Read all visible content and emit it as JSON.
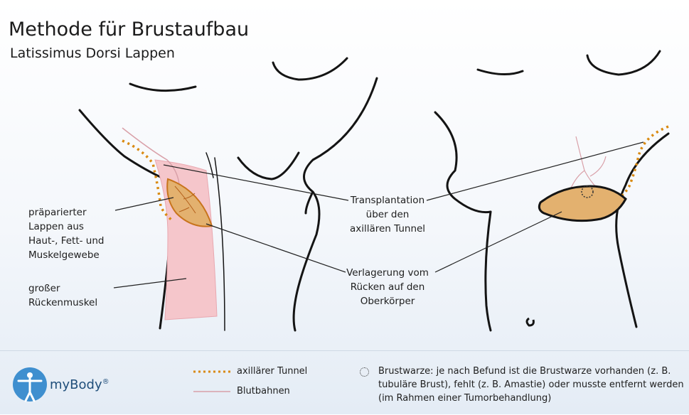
{
  "title": "Methode für Brustaufbau",
  "subtitle": "Latissimus Dorsi Lappen",
  "labels": {
    "flap": [
      "präparierter",
      "Lappen aus",
      "Haut-, Fett- und",
      "Muskelgewebe"
    ],
    "muscle": [
      "großer",
      "Rückenmuskel"
    ],
    "transplant": [
      "Transplantation",
      "über den",
      "axillären Tunnel"
    ],
    "relocation": [
      "Verlagerung vom",
      "Rücken auf den",
      "Oberkörper"
    ]
  },
  "legend": {
    "tunnel": "axillärer Tunnel",
    "vessels": "Blutbahnen",
    "nipple": "Brustwarze: je nach Befund ist die Brustwarze vorhanden (z. B. tubuläre Brust), fehlt (z. B. Amastie) oder musste entfernt werden (im Rahmen einer Tumorbehandlung)"
  },
  "brand": {
    "name": "myBody",
    "mark": "®"
  },
  "colors": {
    "outline": "#141414",
    "muscle": "#f5c6cb",
    "flap": "#e3b16f",
    "flap_stroke": "#c8741c",
    "tunnel": "#d98a12",
    "vessel": "#d9a0a8",
    "logo": "#3f8fcf"
  },
  "icons": [
    "body-logo-icon",
    "nipple-circle-icon"
  ]
}
